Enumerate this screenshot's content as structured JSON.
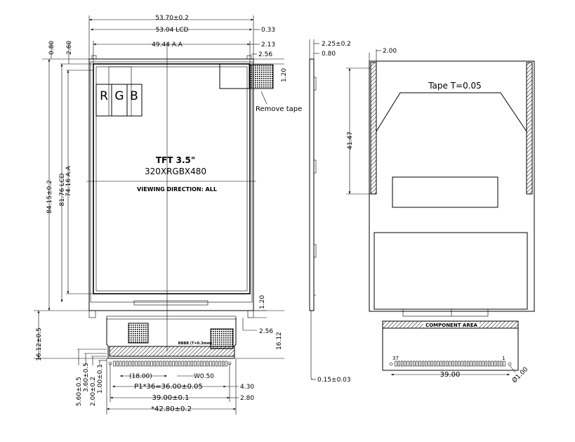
{
  "front": {
    "dim_top_total": "53.70±0.2",
    "dim_top_lcd": "53.04 LCD",
    "dim_top_aa": "49.44 A.A",
    "dim_right_033": "0.33",
    "dim_right_213": "2.13",
    "dim_right_256_top": "2.56",
    "dim_right_120_top": "1.20",
    "dim_left_080": "0.80",
    "dim_left_260": "2.60",
    "dim_left_total": "84.15±0.2",
    "dim_left_lcd": "81.76 LCD",
    "dim_left_aa": "74.16 A.A",
    "dim_left_fpc": "16.12±0.5",
    "dim_right_120_bottom": "1.20",
    "dim_right_256_bottom": "2.56",
    "dim_right_1612": "16.12",
    "rgb": [
      "R",
      "G",
      "B"
    ],
    "remove_tape": "Remove tape",
    "title_line1": "TFT 3.5\"",
    "title_line2": "320XRGBX480",
    "title_line3": "VIEWING DIRECTION: ALL",
    "fpc_label": "BBBB (T=0.3mm)",
    "dim_18": "(18.00)",
    "dim_w050": "W0.50",
    "dim_pitch": "P1*36=36.00±0.05",
    "dim_430": "4.30",
    "dim_39": "39.00±0.1",
    "dim_280": "2.80",
    "dim_4280": "*42.80±0.2",
    "dim_v_560": "5.60±0.5",
    "dim_v_360": "3.60±0.5",
    "dim_v_200": "2.00±0.2",
    "dim_v_100": "1.00±0.1"
  },
  "side": {
    "dim_225": "2.25±0.2",
    "dim_080": "0.80",
    "dim_015": "0.15±0.03"
  },
  "back": {
    "dim_200": "2.00",
    "tape": "Tape T=0.05",
    "dim_4147": "41.47",
    "component_area": "COMPONENT AREA",
    "pin_37": "37",
    "pin_1": "1",
    "dim_39": "39.00",
    "dim_phi": "Ø1.00"
  }
}
